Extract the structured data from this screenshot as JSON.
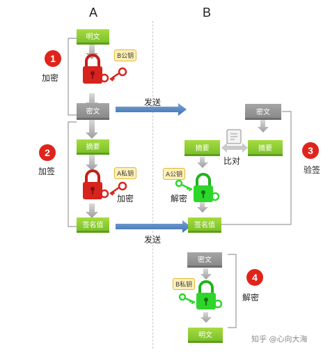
{
  "columns": {
    "a": "A",
    "b": "B"
  },
  "steps": [
    {
      "num": "1",
      "label": "加密"
    },
    {
      "num": "2",
      "label": "加签"
    },
    {
      "num": "3",
      "label": "验签"
    },
    {
      "num": "4",
      "label": "解密"
    }
  ],
  "docs": {
    "a_plaintext": "明文",
    "a_ciphertext": "密文",
    "a_digest": "摘要",
    "a_signature": "签名值",
    "b_ciphertext": "密文",
    "b_digest_left": "摘要",
    "b_digest_right": "摘要",
    "b_signature": "签名值",
    "b_ciphertext2": "密文",
    "b_plaintext": "明文"
  },
  "keys": {
    "b_public": "B公钥",
    "a_private": "A私钥",
    "a_public": "A公钥",
    "b_private": "B私钥"
  },
  "labels": {
    "send_top": "发送",
    "send_bottom": "发送",
    "encrypt": "加密",
    "decrypt": "解密",
    "compare": "比对"
  },
  "watermark": "知乎 @心向大海",
  "colors": {
    "green_doc": "#8bc83a",
    "gray_doc": "#999999",
    "red_lock": "#d6231d",
    "green_lock": "#2ed52a",
    "arrow_blue": "#4f81bd",
    "badge_red": "#e0241b"
  }
}
